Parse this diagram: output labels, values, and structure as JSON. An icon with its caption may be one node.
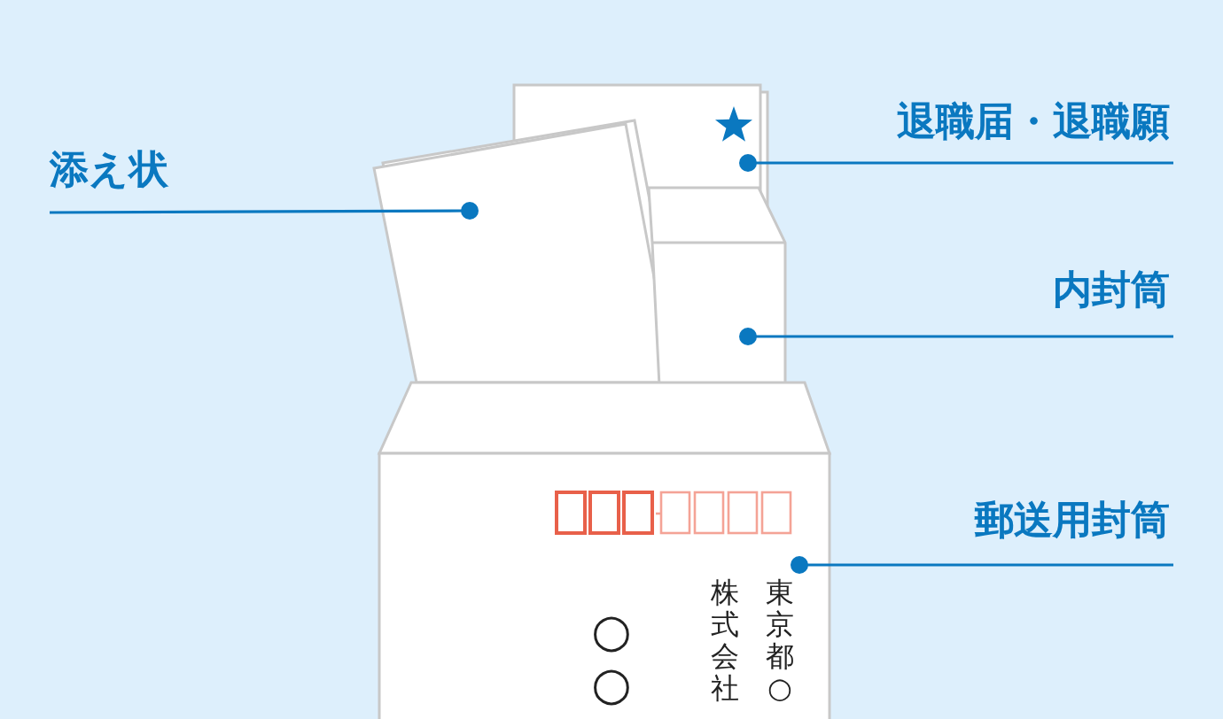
{
  "diagram": {
    "nodes": [
      {
        "text": [
          "退職届・退職願"
        ]
      },
      {
        "text": [],
        "shape": "box"
      },
      {
        "text": [
          "添え状"
        ]
      },
      {
        "text": [],
        "shape": "box"
      },
      {
        "text": [
          "内封筒"
        ]
      },
      {
        "text": [],
        "shape": "box"
      },
      {
        "text": [
          "郵送用封筒"
        ]
      },
      {
        "text": [],
        "shape": "box"
      }
    ],
    "edges": [
      {
        "from": 0,
        "to": 1,
        "arrow": "other"
      },
      {
        "from": 2,
        "to": 3,
        "arrow": "other"
      },
      {
        "from": 4,
        "to": 5,
        "arrow": "other"
      },
      {
        "from": 6,
        "to": 7,
        "arrow": "other"
      }
    ],
    "labels": [
      "東京都○",
      "株式会社",
      "○○"
    ]
  }
}
